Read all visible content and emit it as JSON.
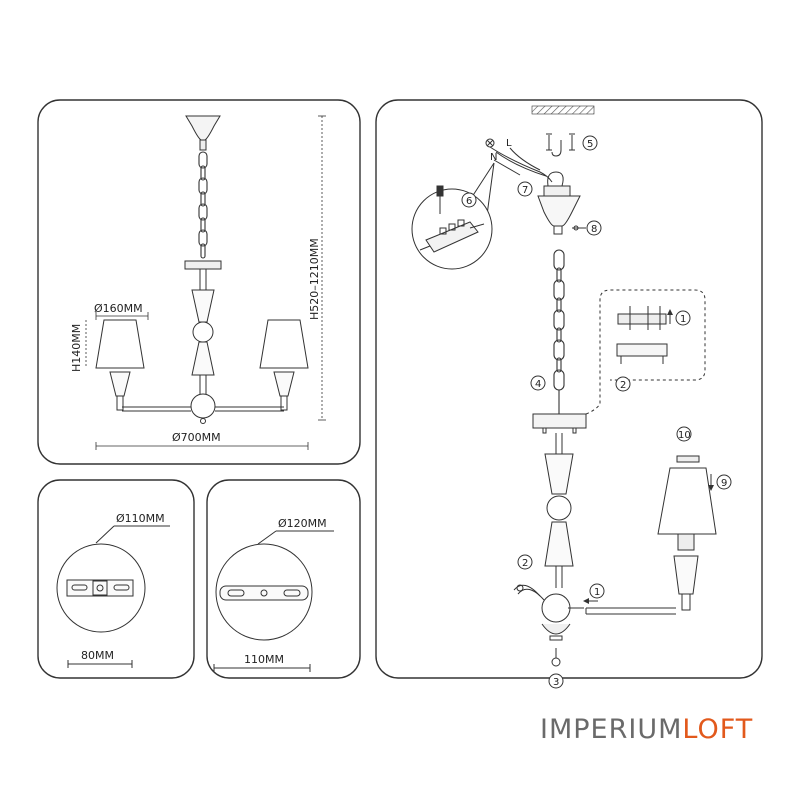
{
  "panel_main": {
    "dim_shade_diameter": "Ø160MM",
    "dim_shade_height": "H140MM",
    "dim_height_range": "H520–1210MM",
    "dim_overall_diameter": "Ø700MM"
  },
  "panel_canopy_small": {
    "dim_diameter": "Ø110MM",
    "dim_bracket": "80MM"
  },
  "panel_canopy_large": {
    "dim_diameter": "Ø120MM",
    "dim_bracket": "110MM"
  },
  "assembly": {
    "wire_label_l": "L",
    "wire_label_n": "N",
    "steps": [
      "1",
      "2",
      "3",
      "4",
      "5",
      "6",
      "7",
      "8",
      "9",
      "10"
    ],
    "step_1_top": "1",
    "step_2_top": "2",
    "step_1_arm": "1",
    "step_2_arm": "2",
    "step_3": "3",
    "step_4": "4",
    "step_5": "5",
    "step_6": "6",
    "step_7": "7",
    "step_8": "8",
    "step_9": "9",
    "step_10": "10"
  },
  "brand": {
    "part1": "IMPERIUM",
    "part2": "LOFT",
    "color_part1": "#6a6a6a",
    "color_part2": "#e2591c"
  }
}
